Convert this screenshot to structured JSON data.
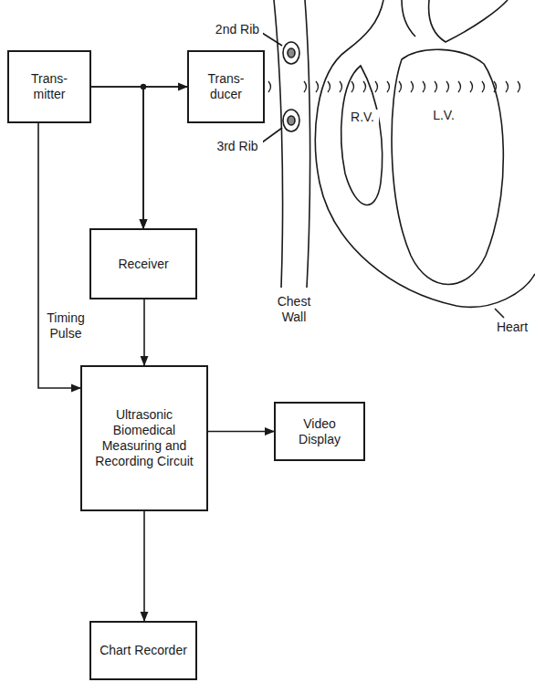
{
  "diagram": {
    "nodes": [
      {
        "text": [
          "Trans- mitter"
        ]
      },
      {
        "text": [
          "Trans- ducer"
        ]
      },
      {
        "text": [
          "Receiver"
        ]
      },
      {
        "text": [
          "Ultrasonic Biomedical Measuring and Recording Circuit"
        ]
      },
      {
        "text": [
          "Video Display"
        ]
      },
      {
        "text": [
          "Chart Recorder"
        ]
      }
    ],
    "edges": [
      {
        "from": 0,
        "to": 1,
        "arrow": "to"
      },
      {
        "from": 0,
        "to": 2,
        "arrow": "to"
      },
      {
        "from": 1,
        "to": 2,
        "arrow": "to"
      },
      {
        "from": 2,
        "to": 3,
        "arrow": "to"
      },
      {
        "from": 0,
        "to": 3,
        "label": "Timing Pulse",
        "arrow": "to"
      },
      {
        "from": 3,
        "to": 4,
        "arrow": "to"
      },
      {
        "from": 3,
        "to": 5,
        "arrow": "to"
      }
    ],
    "labels": [
      "2nd Rib",
      "3rd Rib",
      "R.V.",
      "L.V.",
      "Chest Wall",
      "Heart"
    ]
  }
}
